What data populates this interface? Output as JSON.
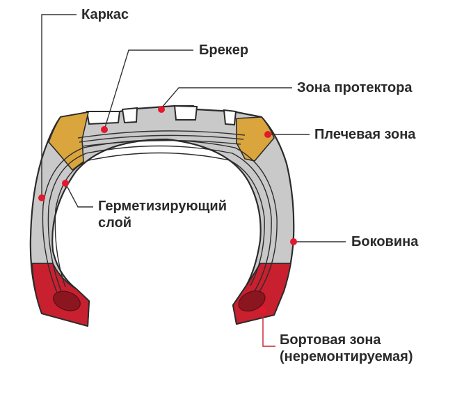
{
  "colors": {
    "outline": "#2b2b2b",
    "rubber_gray": "#c9c9c9",
    "tread_gray": "#c6c6c6",
    "shoulder_gold": "#d9a53c",
    "bead_red": "#c8202f",
    "bead_core_red": "#8c1620",
    "marker_red": "#e3182d",
    "text": "#2a2a2a"
  },
  "labels": {
    "carcass": "Каркас",
    "breaker": "Брекер",
    "tread_zone": "Зона протектора",
    "shoulder_zone": "Плечевая зона",
    "inner_liner_line1": "Герметизирующий",
    "inner_liner_line2": "слой",
    "sidewall": "Боковина",
    "bead_zone_line1": "Бортовая зона",
    "bead_zone_line2": "(неремонтируемая)"
  }
}
